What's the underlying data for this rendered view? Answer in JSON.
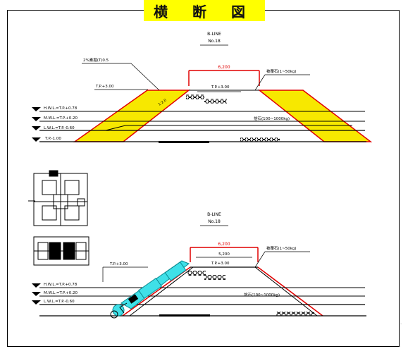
{
  "title": "横 断 図",
  "colors": {
    "accent_fill": "#f7e800",
    "outline_red": "#e00000",
    "title_bg": "#ffff00",
    "machine_cyan": "#3fe0e8"
  },
  "upper_section": {
    "line_id": "B-LINE",
    "station": "No.18",
    "width_label": "6,200",
    "labels": {
      "slope_note": "2%素掘(T)0.5",
      "top_level": "T.P.+3.00",
      "crown_level": "T.P.+3.00",
      "rubble_note": "被覆石(1~50kg)",
      "core_note": "捨石(100~1000kg)",
      "slope_ratio": "1:2.0",
      "level_hwl": "H.W.L.=T.P.+0.78",
      "level_mwl": "M.W.L.=T.P.+0.20",
      "level_lwl": "L.W.L.=T.P.-0.60",
      "seabed": "T.P.-1.00"
    }
  },
  "lower_section": {
    "line_id": "B-LINE",
    "station": "No.18",
    "width_label_red": "6,200",
    "width_label_inner": "5,200",
    "labels": {
      "top_level": "T.P.+3.00",
      "crown_level": "T.P.+3.00",
      "rubble_note": "被覆石(1~50kg)",
      "core_note": "捨石(100~1000kg)",
      "level_hwl": "H.W.L.=T.P.+0.78",
      "level_mwl": "M.W.L.=T.P.+0.20",
      "level_lwl": "L.W.L.=T.P.-0.60"
    }
  }
}
